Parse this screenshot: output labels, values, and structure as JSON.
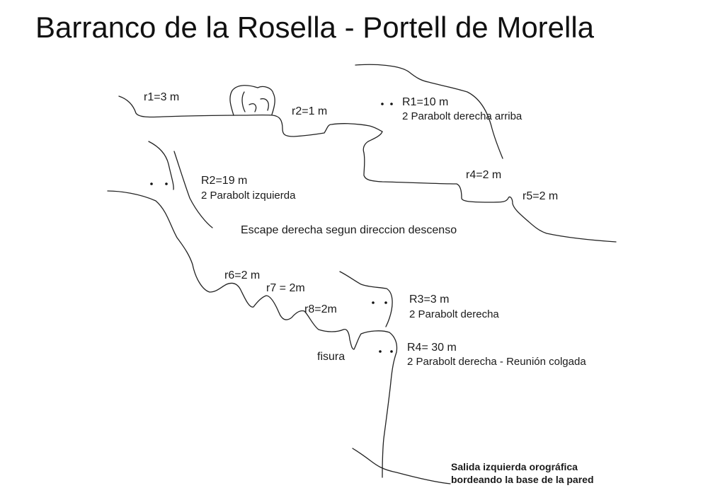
{
  "title": "Barranco de la Rosella - Portell de Morella",
  "rapels": {
    "r1": "r1=3 m",
    "r2": "r2=1 m",
    "r4": "r4=2 m",
    "r5": "r5=2 m",
    "r6": "r6=2 m",
    "r7": "r7 = 2m",
    "r8": "r8=2m"
  },
  "anchors": {
    "R1": {
      "label": "R1=10 m",
      "detail": "2 Parabolt derecha arriba"
    },
    "R2": {
      "label": "R2=19 m",
      "detail": "2 Parabolt izquierda"
    },
    "R3": {
      "label": "R3=3 m",
      "detail": "2 Parabolt derecha"
    },
    "R4": {
      "label": "R4= 30 m",
      "detail": "2 Parabolt derecha - Reunión colgada"
    }
  },
  "notes": {
    "escape": "Escape derecha segun direccion descenso",
    "fisura": "fisura",
    "exit_line1": "Salida izquierda orográfica",
    "exit_line2": "bordeando la base de la pared"
  },
  "colors": {
    "ink": "#1a1a1a",
    "background": "#ffffff"
  }
}
